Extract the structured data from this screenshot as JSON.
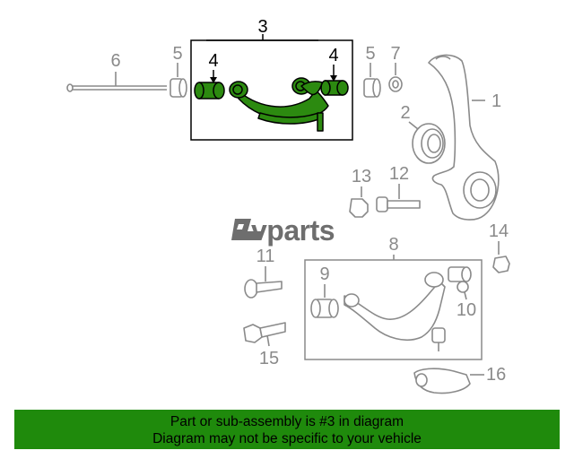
{
  "diagram": {
    "callouts": {
      "c1": "1",
      "c2": "2",
      "c3": "3",
      "c4a": "4",
      "c4b": "4",
      "c5a": "5",
      "c5b": "5",
      "c6": "6",
      "c7": "7",
      "c8": "8",
      "c9": "9",
      "c10": "10",
      "c11": "11",
      "c12": "12",
      "c13": "13",
      "c14": "14",
      "c15": "15",
      "c16": "16"
    },
    "logo": {
      "text": "vparts",
      "icon": "ev-logo-icon"
    },
    "colors": {
      "highlight": "#2c8a10",
      "parts": "#8a8a8a",
      "banner": "#1f8a0c"
    }
  },
  "banner": {
    "line1": "Part or sub-assembly is #3 in diagram",
    "line2": "Diagram may not be specific to your vehicle"
  }
}
